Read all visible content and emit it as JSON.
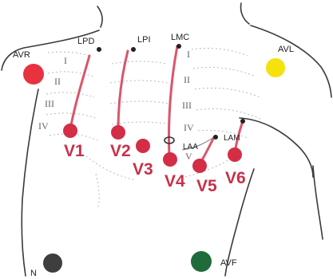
{
  "reference_points": {
    "lpd": "LPD",
    "lpi": "LPI",
    "lmc": "LMC",
    "laa": "LAA",
    "lam": "LAM"
  },
  "rib_labels": {
    "right": [
      "I",
      "II",
      "III",
      "IV"
    ],
    "left": [
      "I",
      "II",
      "III",
      "IV",
      "V"
    ]
  },
  "limb_leads": {
    "avr": {
      "label": "AVR",
      "color": "#e8323f"
    },
    "avl": {
      "label": "AVL",
      "color": "#f5e10c"
    },
    "avf": {
      "label": "AVF",
      "color": "#1f6b3a"
    },
    "n": {
      "label": "N",
      "color": "#3e3e3e"
    }
  },
  "chest_leads": {
    "color": "#d32e45",
    "v1": "V1",
    "v2": "V2",
    "v3": "V3",
    "v4": "V4",
    "v5": "V5",
    "v6": "V6"
  }
}
